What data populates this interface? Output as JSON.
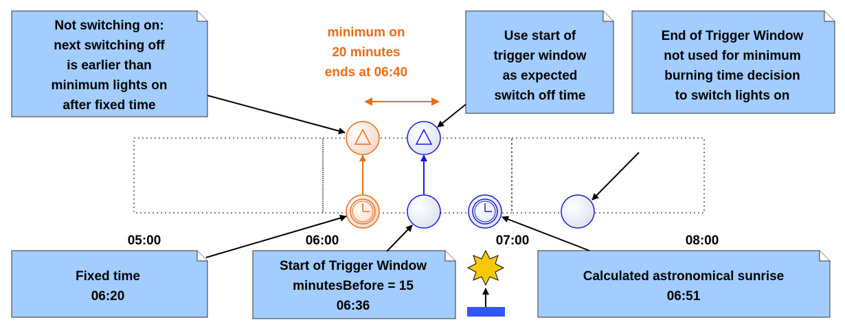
{
  "notes": {
    "not_switching_on": [
      "Not switching on:",
      "next switching off",
      "is earlier than",
      "minimum lights on",
      "after fixed time"
    ],
    "use_start": [
      "Use start of",
      "trigger window",
      "as expected",
      "switch off time"
    ],
    "end_window": [
      "End of Trigger Window",
      "not used for minimum",
      "burning time decision",
      "to switch lights on"
    ],
    "fixed_time": [
      "Fixed time",
      "06:20"
    ],
    "start_window": [
      "Start of Trigger Window",
      "minutesBefore = 15",
      "06:36"
    ],
    "sunrise": [
      "Calculated astronomical sunrise",
      "06:51"
    ]
  },
  "minimum_label": [
    "minimum on",
    "20 minutes",
    "ends at 06:40"
  ],
  "time_labels": [
    "05:00",
    "06:00",
    "07:00",
    "08:00"
  ],
  "colors": {
    "note_fill": "#a3cdff",
    "orange": "#ee6b12",
    "blue": "#1a1ad6",
    "sun": "#f9c80e",
    "sun_base": "#3355ff"
  },
  "icons": {
    "fixed_time_node": "clock-icon",
    "orange_switch": "triangle-icon",
    "blue_switch": "triangle-icon",
    "sunrise_node": "clock-icon",
    "sun": "sun-icon"
  }
}
